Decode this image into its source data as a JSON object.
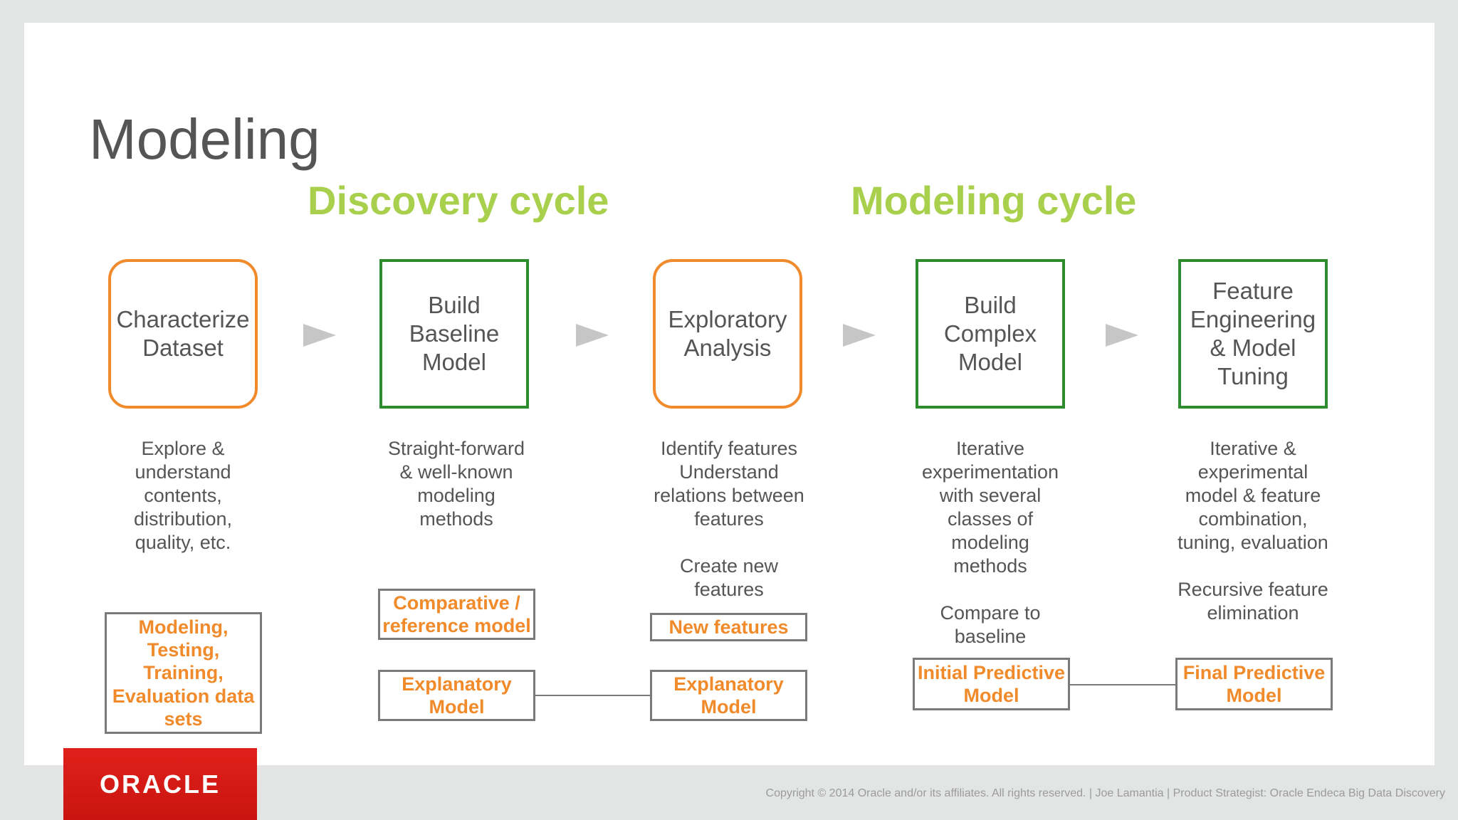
{
  "slide": {
    "title": "Modeling",
    "cycles": [
      "Discovery cycle",
      "Modeling cycle"
    ]
  },
  "steps": [
    {
      "label": "Characterize\nDataset",
      "description": "Explore &\nunderstand\ncontents,\ndistribution,\nquality, etc."
    },
    {
      "label": "Build\nBaseline\nModel",
      "description": "Straight-forward\n& well-known\nmodeling\nmethods"
    },
    {
      "label": "Exploratory\nAnalysis",
      "description": "Identify features\nUnderstand\nrelations between\nfeatures\n\nCreate new\nfeatures"
    },
    {
      "label": "Build\nComplex\nModel",
      "description": "Iterative\nexperimentation\nwith several\nclasses of\nmodeling\nmethods\n\nCompare to\nbaseline"
    },
    {
      "label": "Feature\nEngineering\n& Model\nTuning",
      "description": "Iterative &\nexperimental\nmodel & feature\ncombination,\ntuning, evaluation\n\nRecursive feature\nelimination"
    }
  ],
  "outputs": {
    "datasets": "Modeling,\nTesting,\nTraining,\nEvaluation data\nsets",
    "comparative": "Comparative /\nreference model",
    "explanatory_1": "Explanatory\nModel",
    "new_features": "New features",
    "explanatory_2": "Explanatory\nModel",
    "initial_predictive": "Initial Predictive\nModel",
    "final_predictive": "Final Predictive\nModel"
  },
  "footer": {
    "logo": "ORACLE",
    "copyright": "Copyright © 2014 Oracle and/or its affiliates. All rights reserved.  | Joe Lamantia | Product Strategist: Oracle Endeca Big Data Discovery"
  },
  "colors": {
    "accent_green_text": "#a8d04d",
    "orange": "#f08a2a",
    "green_border": "#2e8b2e",
    "oracle_red": "#e0201b"
  }
}
